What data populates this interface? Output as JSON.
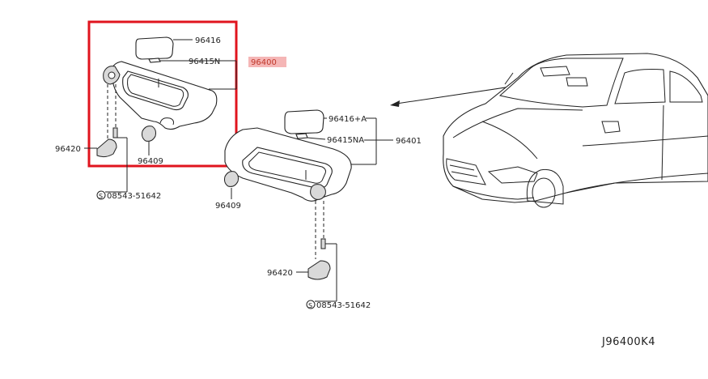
{
  "labels": {
    "p96416": "96416",
    "p96415N": "96415N",
    "p96400": "96400",
    "p96420_left": "96420",
    "p96409_left": "96409",
    "screw_left": "08543-51642",
    "p96416A": "96416+A",
    "p96415NA": "96415NA",
    "p96401": "96401",
    "p96409_right": "96409",
    "p96420_right": "96420",
    "screw_right": "08543-51642",
    "diagram_code": "J96400K4"
  },
  "colors": {
    "highlight_frame": "#e0141e",
    "highlight_tag": "#f5b6b6",
    "highlight_tag_text": "#c0392b",
    "line": "#222222"
  }
}
